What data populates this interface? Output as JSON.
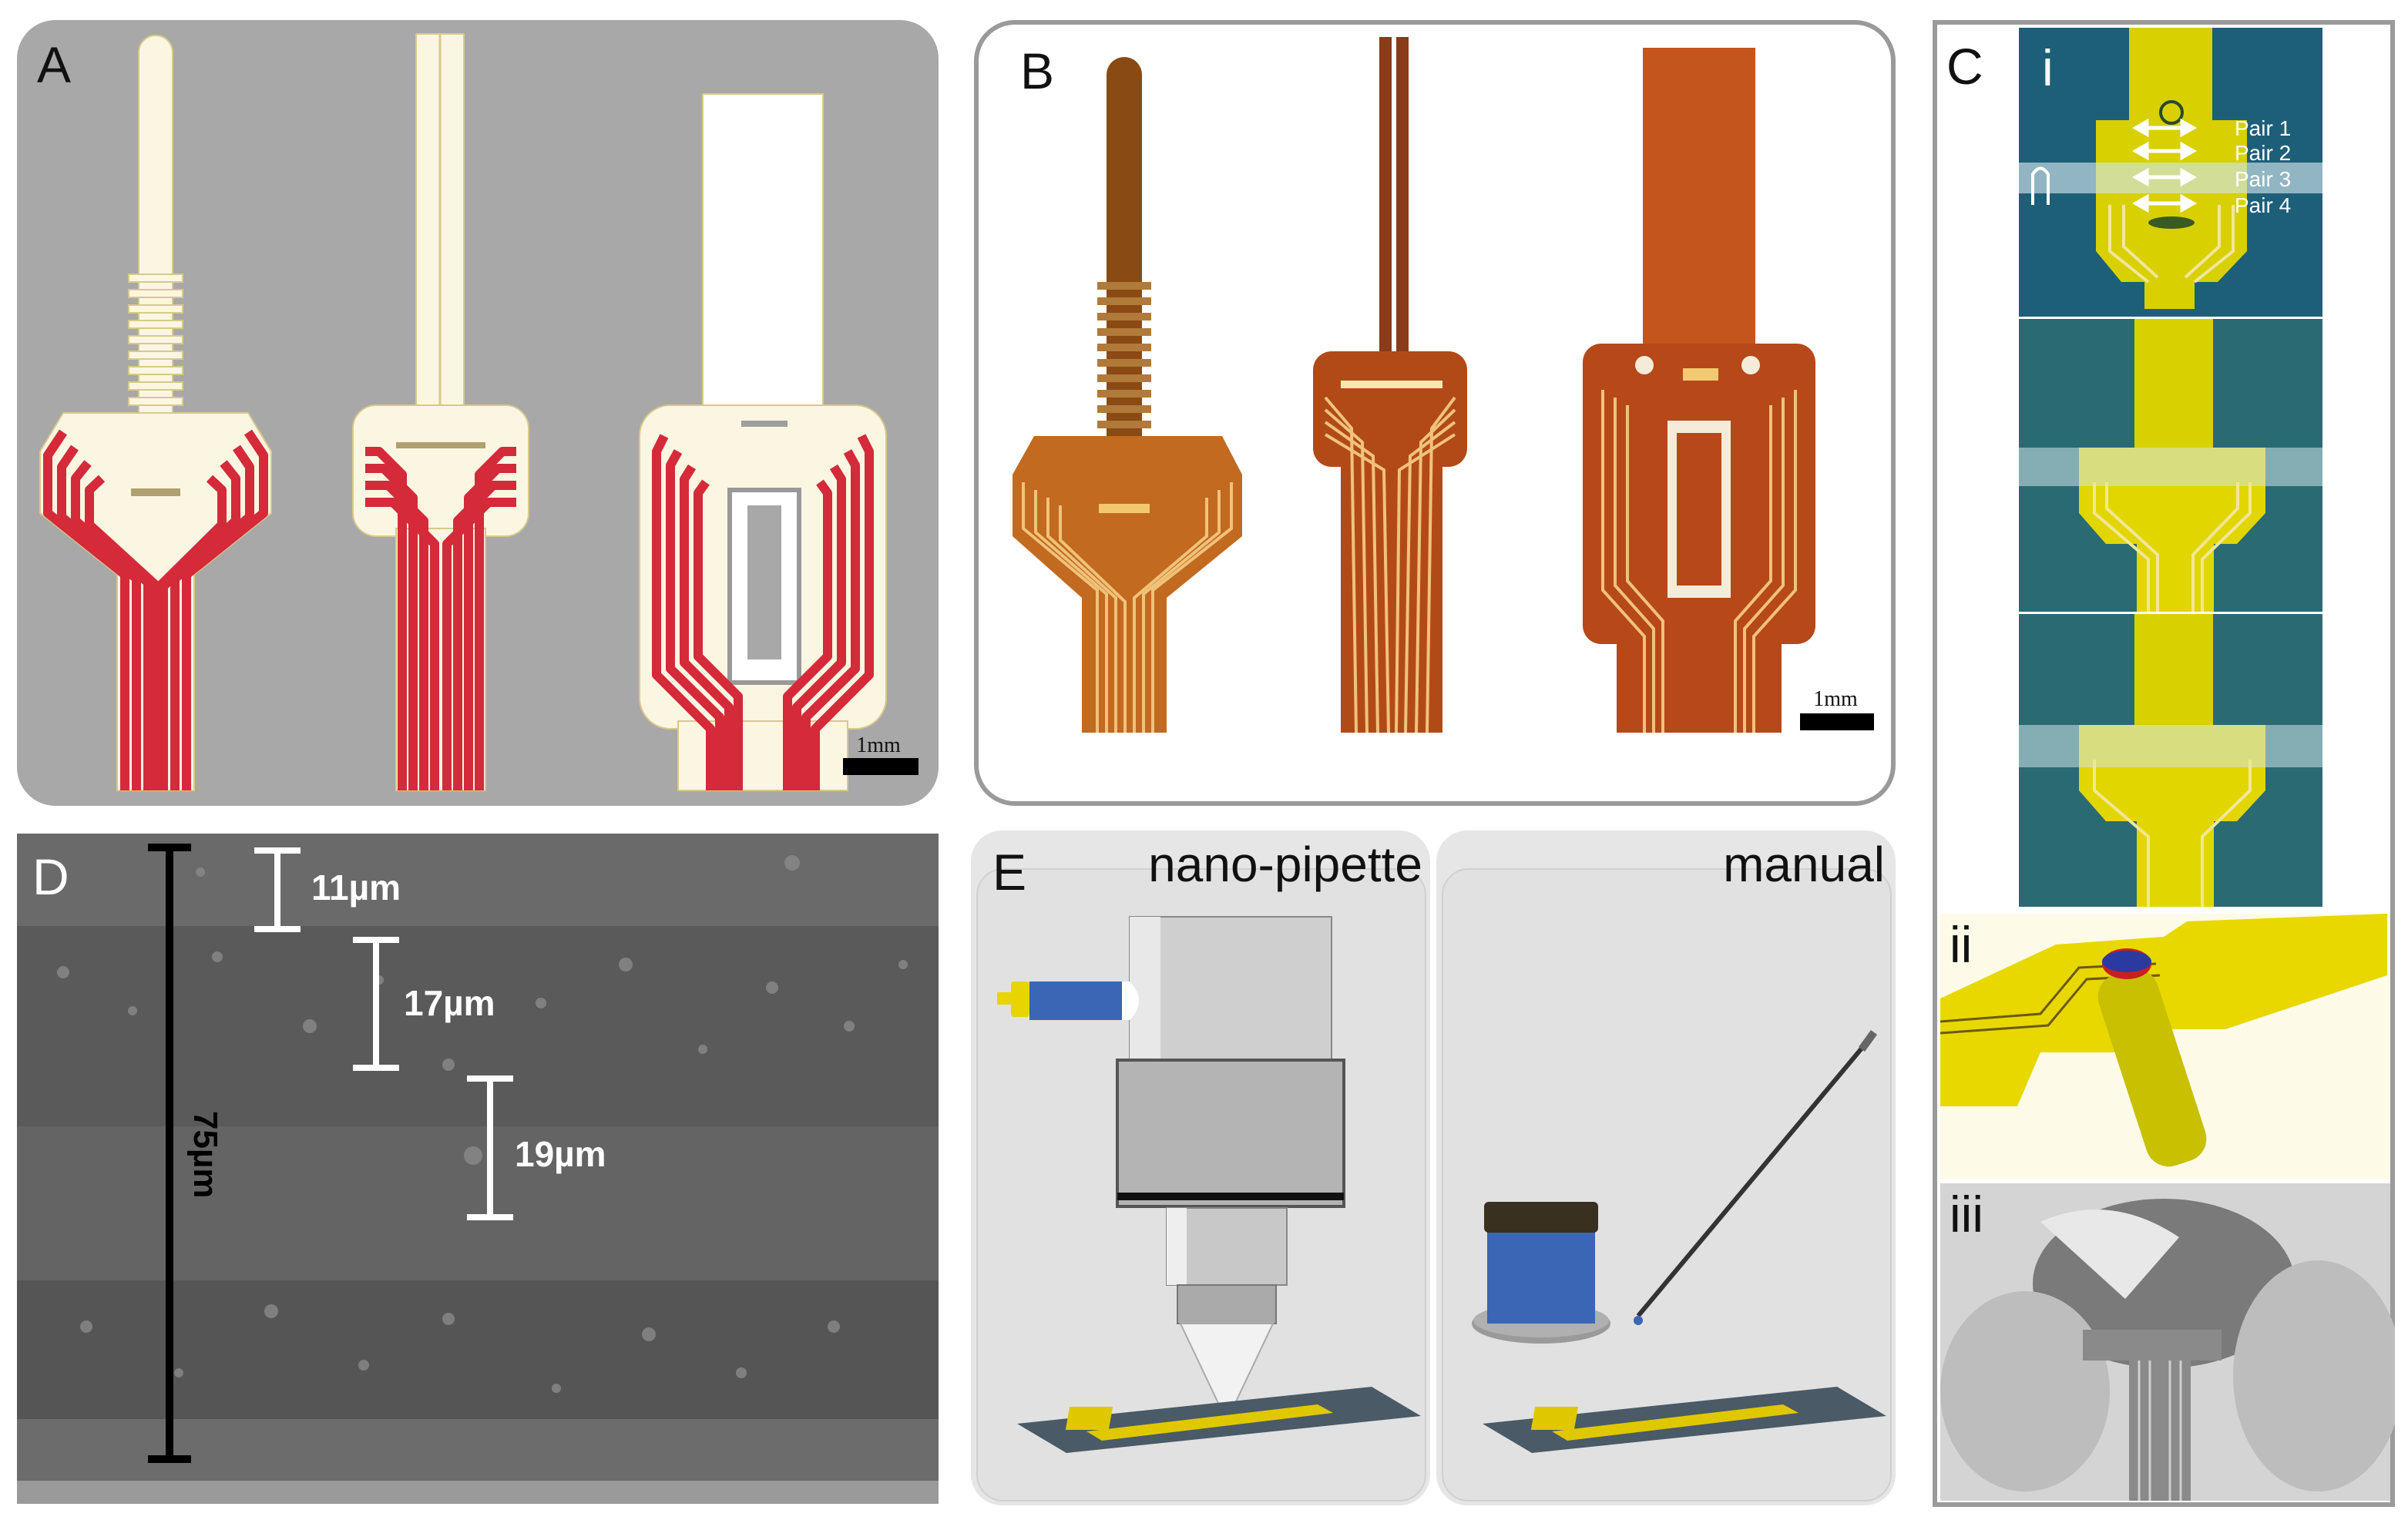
{
  "panels": {
    "A": {
      "label": "A",
      "scale_bar": "1mm"
    },
    "B": {
      "label": "B",
      "scale_bar": "1mm"
    },
    "C": {
      "label": "C",
      "sub": [
        "i",
        "ii",
        "iii"
      ],
      "pairs": [
        "Pair 1",
        "Pair 2",
        "Pair 3",
        "Pair 4"
      ]
    },
    "D": {
      "label": "D",
      "layers": [
        "11µm",
        "17µm",
        "19µm"
      ],
      "total": "75µm"
    },
    "E": {
      "label": "E",
      "methods": [
        "nano-pipette",
        "manual"
      ]
    }
  },
  "colors": {
    "trace_red": "#d42a3a",
    "substrate_cream": "#fbf6e2",
    "panel_gray": "#a8a8a8",
    "polyimide_brown": "#b8541c",
    "film_yellow": "#e8d800",
    "sem_gray": "#5a5a5a",
    "ink_blue": "#3a66b5"
  }
}
